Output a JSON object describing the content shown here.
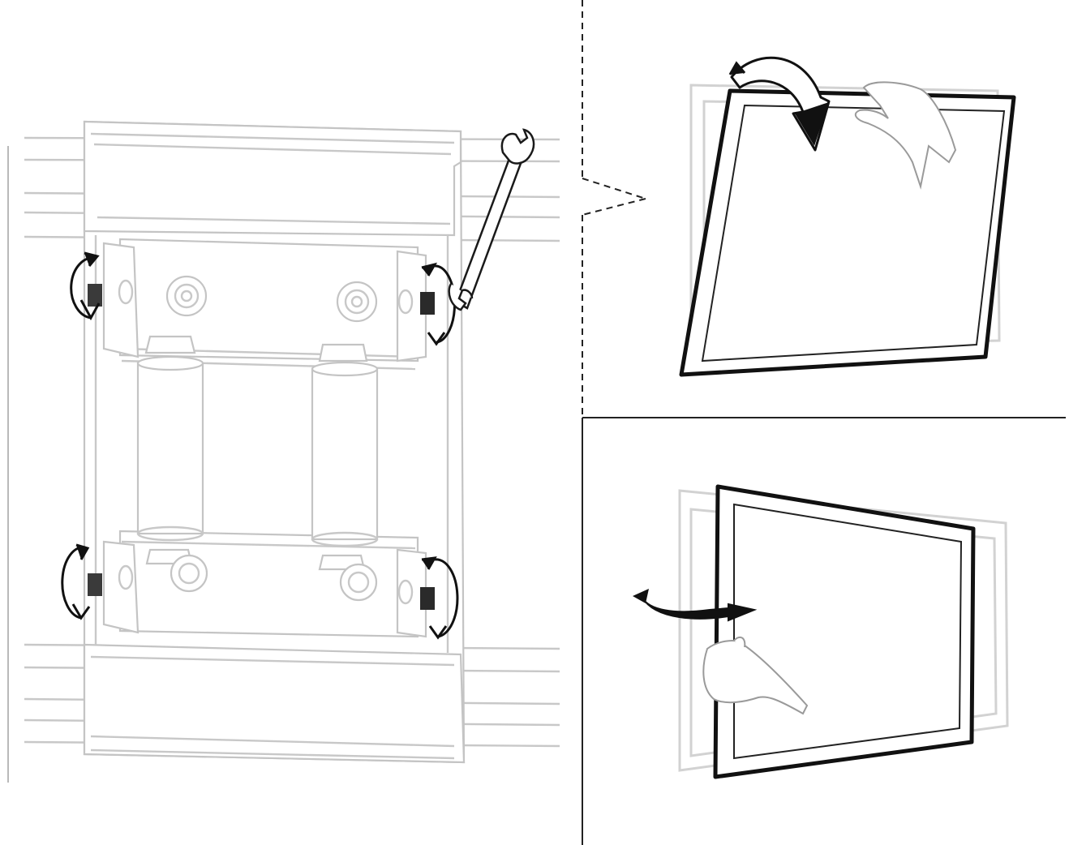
{
  "figure": {
    "panels": [
      {
        "id": "bracket-adjustment",
        "icons": [
          "wrench-icon",
          "rotate-arrow-icon"
        ]
      },
      {
        "id": "tilt-adjustment",
        "icons": [
          "tilt-arrow-icon",
          "hand-icon"
        ]
      },
      {
        "id": "swivel-adjustment",
        "icons": [
          "swivel-arrow-icon",
          "hand-icon"
        ]
      }
    ],
    "colors": {
      "line": "#c8c8c8",
      "outline": "#1a1a1a",
      "background": "#ffffff"
    }
  }
}
